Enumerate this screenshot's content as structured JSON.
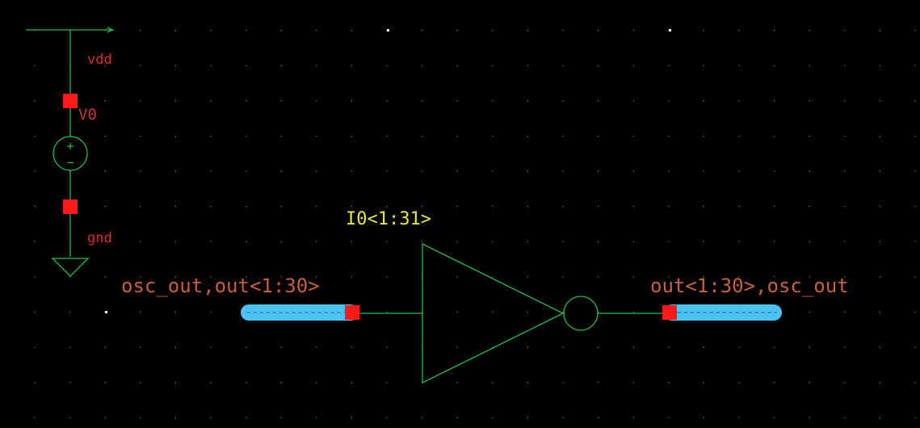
{
  "colors": {
    "background": "#000000",
    "wire": "#22c04a",
    "pin": "#ff1a1a",
    "net_label": "#d03030",
    "wire_label": "#c8603a",
    "instance_label": "#e8e838",
    "selected_wire": "#4cc2f2",
    "grid_dot": "#8a8a8a"
  },
  "supply": {
    "net_top": "vdd",
    "source_name": "V0",
    "net_bottom": "gnd",
    "plus_sign": "+",
    "minus_sign": "−"
  },
  "inverter": {
    "instance_name": "I0<1:31>"
  },
  "wires": {
    "input_label": "osc_out,out<1:30>",
    "output_label": "out<1:30>,osc_out"
  }
}
